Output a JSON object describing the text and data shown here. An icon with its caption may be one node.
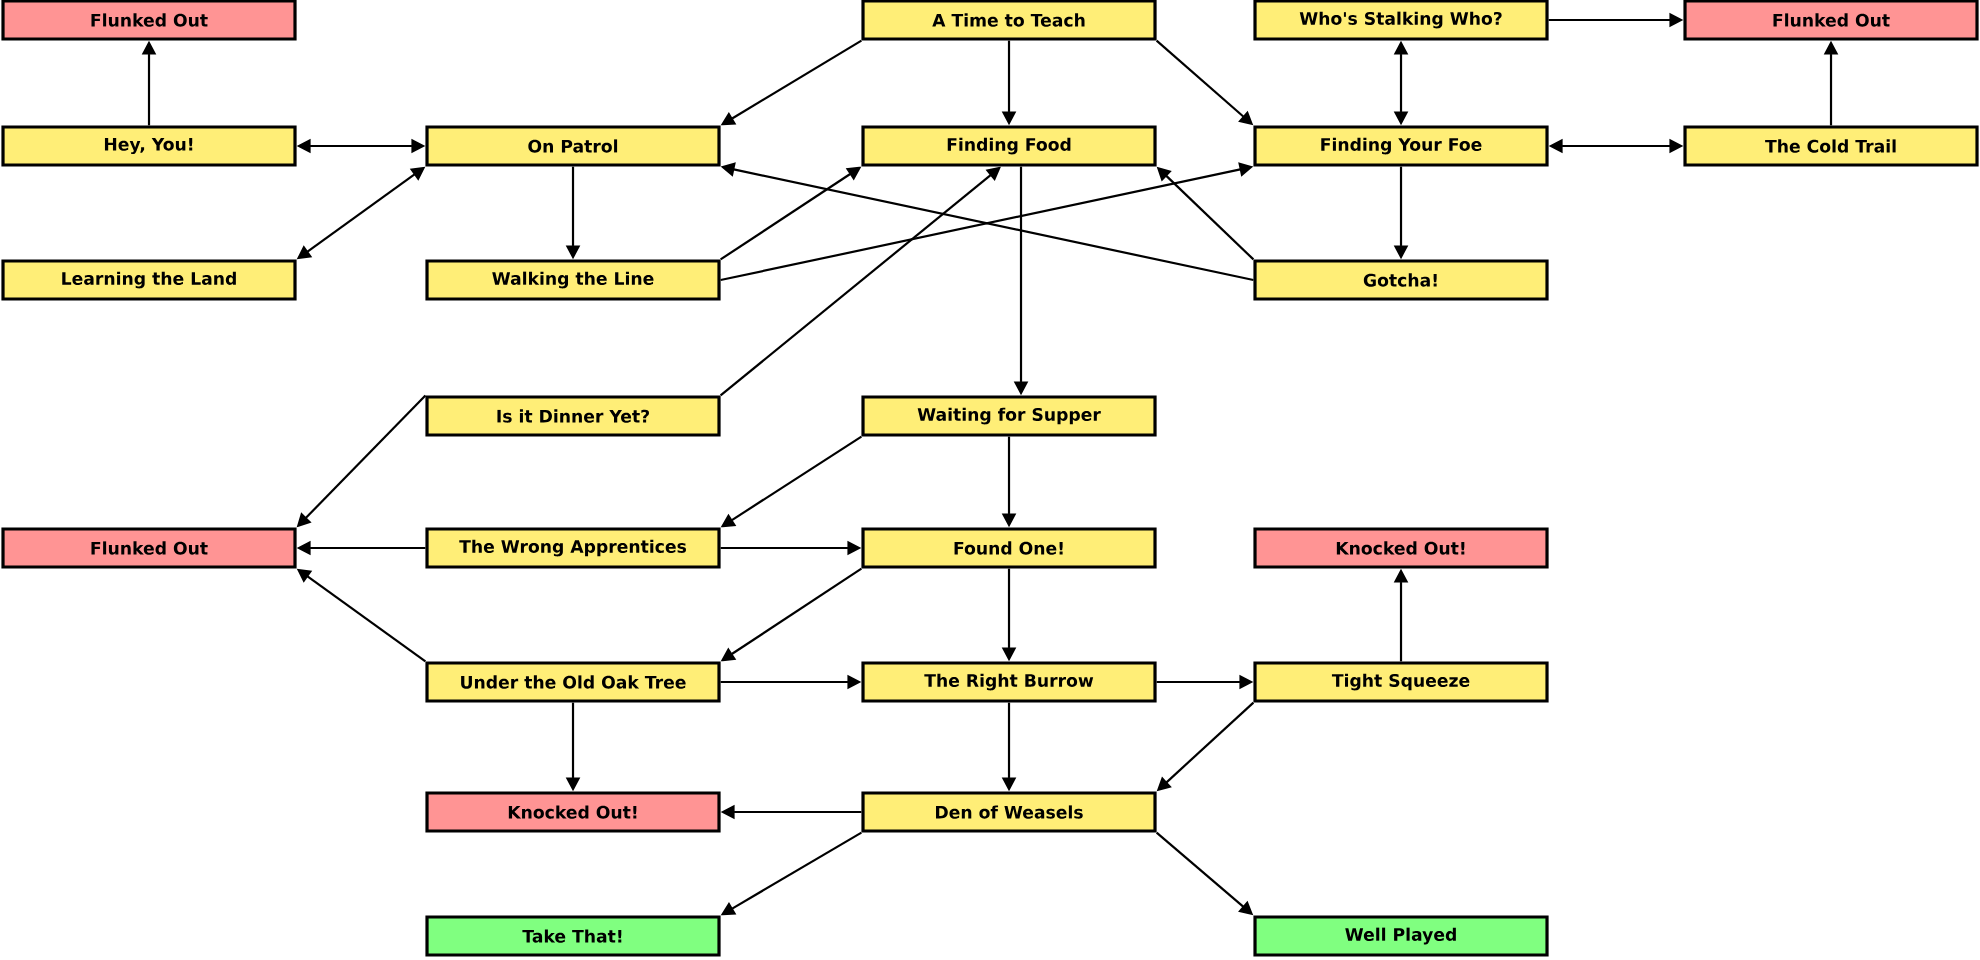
{
  "diagram": {
    "nodes": [
      {
        "text": [
          "Flunked Out"
        ]
      },
      {
        "text": [
          "A Time to Teach"
        ]
      },
      {
        "text": [
          "Who's Stalking Who?"
        ]
      },
      {
        "text": [
          "Flunked Out"
        ]
      },
      {
        "text": [
          "Hey, You!"
        ]
      },
      {
        "text": [
          "On Patrol"
        ]
      },
      {
        "text": [
          "Finding Food"
        ]
      },
      {
        "text": [
          "Finding Your Foe"
        ]
      },
      {
        "text": [
          "The Cold Trail"
        ]
      },
      {
        "text": [
          "Learning the Land"
        ]
      },
      {
        "text": [
          "Walking the Line"
        ]
      },
      {
        "text": [
          "Gotcha!"
        ]
      },
      {
        "text": [
          "Is it Dinner Yet?"
        ]
      },
      {
        "text": [
          "Waiting for Supper"
        ]
      },
      {
        "text": [
          "Flunked Out"
        ]
      },
      {
        "text": [
          "The Wrong Apprentices"
        ]
      },
      {
        "text": [
          "Found One!"
        ]
      },
      {
        "text": [
          "Knocked Out!"
        ]
      },
      {
        "text": [
          "Under the Old Oak Tree"
        ]
      },
      {
        "text": [
          "The Right Burrow"
        ]
      },
      {
        "text": [
          "Tight Squeeze"
        ]
      },
      {
        "text": [
          "Knocked Out!"
        ]
      },
      {
        "text": [
          "Den of Weasels"
        ]
      },
      {
        "text": [
          "Take That!"
        ]
      },
      {
        "text": [
          "Well Played"
        ]
      }
    ],
    "edges": [
      {
        "from": 4,
        "to": 0,
        "arrow": "to"
      },
      {
        "from": 4,
        "to": 5,
        "arrow": "both"
      },
      {
        "from": 9,
        "to": 5,
        "arrow": "both"
      },
      {
        "from": 5,
        "to": 10,
        "arrow": "to"
      },
      {
        "from": 1,
        "to": 5,
        "arrow": "to"
      },
      {
        "from": 1,
        "to": 6,
        "arrow": "to"
      },
      {
        "from": 1,
        "to": 7,
        "arrow": "to"
      },
      {
        "from": 2,
        "to": 7,
        "arrow": "both"
      },
      {
        "from": 2,
        "to": 3,
        "arrow": "to"
      },
      {
        "from": 7,
        "to": 8,
        "arrow": "both"
      },
      {
        "from": 8,
        "to": 3,
        "arrow": "to"
      },
      {
        "from": 7,
        "to": 11,
        "arrow": "to"
      },
      {
        "from": 11,
        "to": 5,
        "arrow": "to"
      },
      {
        "from": 11,
        "to": 6,
        "arrow": "to"
      },
      {
        "from": 10,
        "to": 6,
        "arrow": "to"
      },
      {
        "from": 10,
        "to": 7,
        "arrow": "to"
      },
      {
        "from": 12,
        "to": 6,
        "arrow": "to"
      },
      {
        "from": 6,
        "to": 13,
        "arrow": "to"
      },
      {
        "from": 12,
        "to": 14,
        "arrow": "to"
      },
      {
        "from": 13,
        "to": 15,
        "arrow": "to"
      },
      {
        "from": 13,
        "to": 16,
        "arrow": "to"
      },
      {
        "from": 15,
        "to": 14,
        "arrow": "to"
      },
      {
        "from": 15,
        "to": 16,
        "arrow": "to"
      },
      {
        "from": 16,
        "to": 18,
        "arrow": "to"
      },
      {
        "from": 18,
        "to": 14,
        "arrow": "to"
      },
      {
        "from": 18,
        "to": 19,
        "arrow": "to"
      },
      {
        "from": 16,
        "to": 19,
        "arrow": "to"
      },
      {
        "from": 19,
        "to": 20,
        "arrow": "to"
      },
      {
        "from": 20,
        "to": 17,
        "arrow": "to"
      },
      {
        "from": 18,
        "to": 21,
        "arrow": "to"
      },
      {
        "from": 19,
        "to": 22,
        "arrow": "to"
      },
      {
        "from": 20,
        "to": 22,
        "arrow": "to"
      },
      {
        "from": 22,
        "to": 21,
        "arrow": "to"
      },
      {
        "from": 22,
        "to": 23,
        "arrow": "to"
      },
      {
        "from": 22,
        "to": 24,
        "arrow": "to"
      }
    ]
  }
}
